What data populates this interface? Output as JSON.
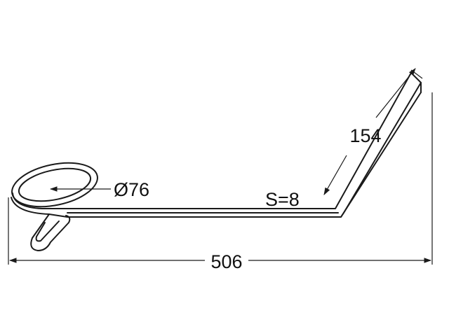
{
  "dimensions": {
    "overall_length": "506",
    "arm_length": "154",
    "loop_diameter": "Ø76",
    "thickness": "S=8"
  },
  "colors": {
    "line": "#1a1a1a",
    "background": "#ffffff"
  }
}
